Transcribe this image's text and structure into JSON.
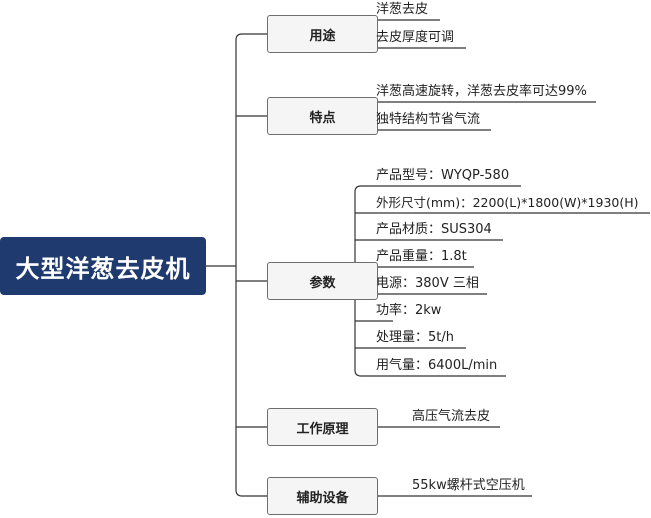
{
  "root": {
    "label": "大型洋葱去皮机"
  },
  "branches": [
    {
      "label": "用途",
      "leaves": [
        "洋葱去皮",
        "去皮厚度可调"
      ]
    },
    {
      "label": "特点",
      "leaves": [
        "洋葱高速旋转，洋葱去皮率可达99%",
        "独特结构节省气流"
      ]
    },
    {
      "label": "参数",
      "leaves": [
        "产品型号：WYQP-580",
        "外形尺寸(mm)：2200(L)*1800(W)*1930(H)",
        "产品材质：SUS304",
        "产品重量：1.8t",
        "电源：380V 三相",
        "功率：2kw",
        "处理量：5t/h",
        "用气量：6400L/min"
      ]
    },
    {
      "label": "工作原理",
      "leaves": [
        "高压气流去皮"
      ]
    },
    {
      "label": "辅助设备",
      "leaves": [
        "55kw螺杆式空压机"
      ]
    }
  ],
  "colors": {
    "root_bg": "#1f3a6e",
    "line": "#333333",
    "branch_border": "#6e6e6e"
  }
}
